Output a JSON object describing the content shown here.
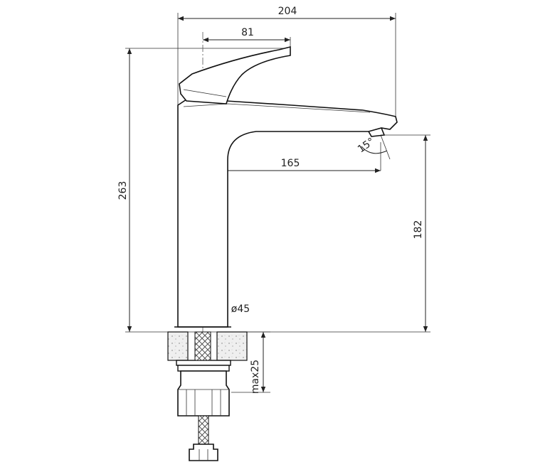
{
  "dimensions": {
    "overall_width": "204",
    "handle_offset": "81",
    "spout_reach": "165",
    "total_height": "263",
    "spout_height": "182",
    "base_diameter": "ø45",
    "max_counter_thickness": "max25",
    "spout_angle": "15°"
  },
  "colors": {
    "line": "#222222",
    "counter_fill": "#e8e8e8"
  }
}
